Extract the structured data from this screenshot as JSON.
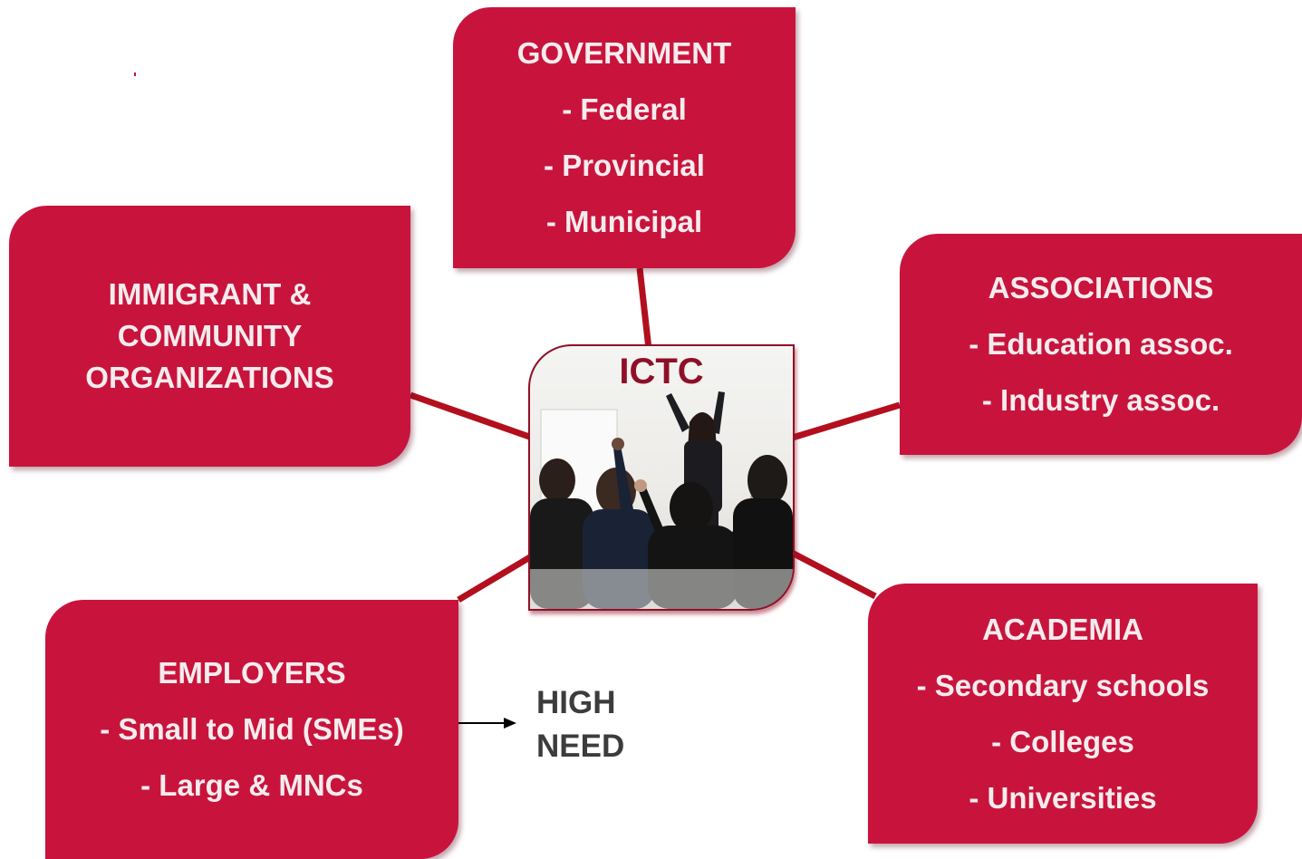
{
  "center": {
    "label": "ICTC"
  },
  "government": {
    "title": "GOVERNMENT",
    "items": [
      "- Federal",
      "- Provincial",
      "- Municipal"
    ]
  },
  "immigrant": {
    "lines": [
      "IMMIGRANT &",
      "COMMUNITY",
      "ORGANIZATIONS"
    ]
  },
  "associations": {
    "title": "ASSOCIATIONS",
    "items": [
      "- Education assoc.",
      "- Industry assoc."
    ]
  },
  "employers": {
    "title": "EMPLOYERS",
    "items": [
      "- Small to Mid (SMEs)",
      "- Large & MNCs"
    ]
  },
  "academia": {
    "title": "ACADEMIA",
    "items": [
      "- Secondary schools",
      "- Colleges",
      "- Universities"
    ]
  },
  "annotation": {
    "lines": [
      "HIGH",
      "NEED"
    ]
  },
  "colors": {
    "box_fill": "#c8143c",
    "box_text": "#f5ecee",
    "connector": "#b30f1e",
    "center_border": "#8e1028"
  }
}
